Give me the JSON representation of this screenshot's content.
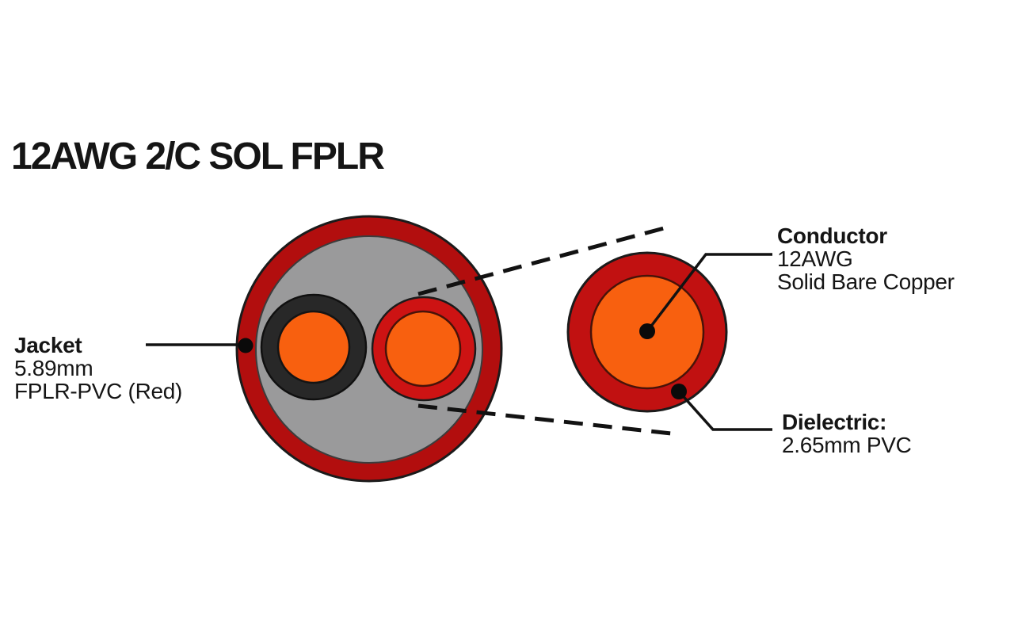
{
  "title": "12AWG 2/C SOL FPLR",
  "labels": {
    "jacket": {
      "heading": "Jacket",
      "lines": [
        "5.89mm",
        "FPLR-PVC (Red)"
      ]
    },
    "conductor": {
      "heading": "Conductor",
      "lines": [
        "12AWG",
        "Solid Bare Copper"
      ]
    },
    "dielectric": {
      "heading": "Dielectric:",
      "lines": [
        "2.65mm PVC"
      ]
    }
  },
  "colors": {
    "background": "#ffffff",
    "jacket_red": "#b20e0e",
    "insulation_red": "#cd1313",
    "detail_ring_red": "#c11111",
    "core_orange": "#f8600f",
    "filler_gray": "#9a9a9b",
    "insulation_black": "#282828",
    "outline_dark": "#1b1b1b",
    "core_outline_dark": "#481309",
    "line_black": "#121212",
    "text_black": "#151515"
  }
}
